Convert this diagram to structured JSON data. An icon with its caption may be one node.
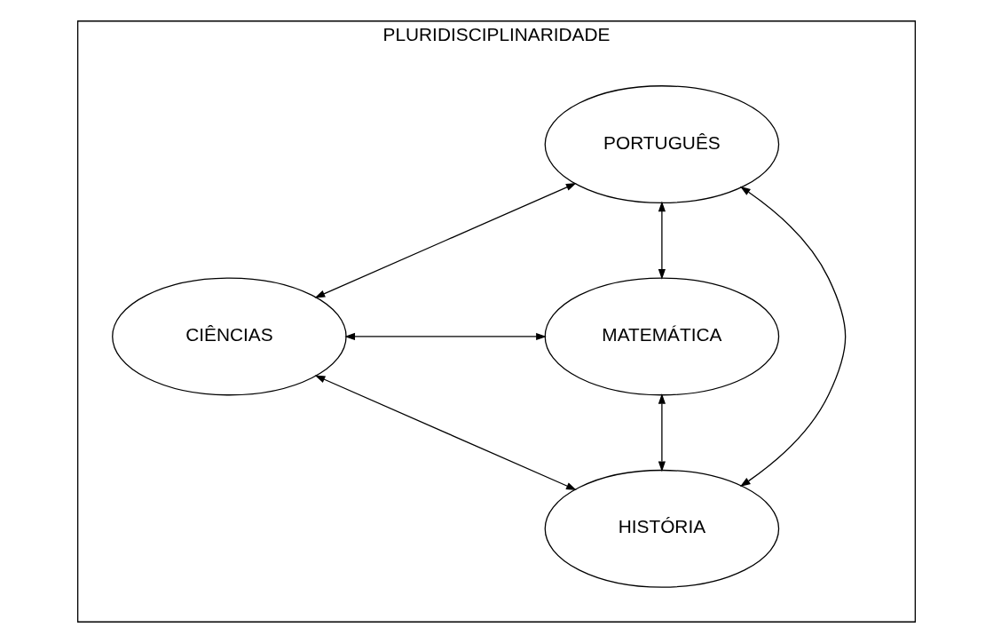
{
  "diagram": {
    "nodes": [
      {
        "text": [
          "PLURIDISCIPLINARIDADE"
        ]
      },
      {
        "text": [
          "PORTUGUÊS"
        ],
        "in": 0
      },
      {
        "text": [
          "CIÊNCIAS"
        ],
        "in": 0
      },
      {
        "text": [
          "MATEMÁTICA"
        ],
        "in": 0
      },
      {
        "text": [
          "HISTÓRIA"
        ],
        "in": 0
      }
    ],
    "edges": [
      {
        "from": 1,
        "to": 2,
        "arrow": "both"
      },
      {
        "from": 1,
        "to": 3,
        "arrow": "both"
      },
      {
        "from": 2,
        "to": 3,
        "arrow": "both"
      },
      {
        "from": 1,
        "to": 4,
        "arrow": "both"
      },
      {
        "from": 2,
        "to": 4,
        "arrow": "both"
      },
      {
        "from": 3,
        "to": 4,
        "arrow": "both"
      }
    ]
  }
}
